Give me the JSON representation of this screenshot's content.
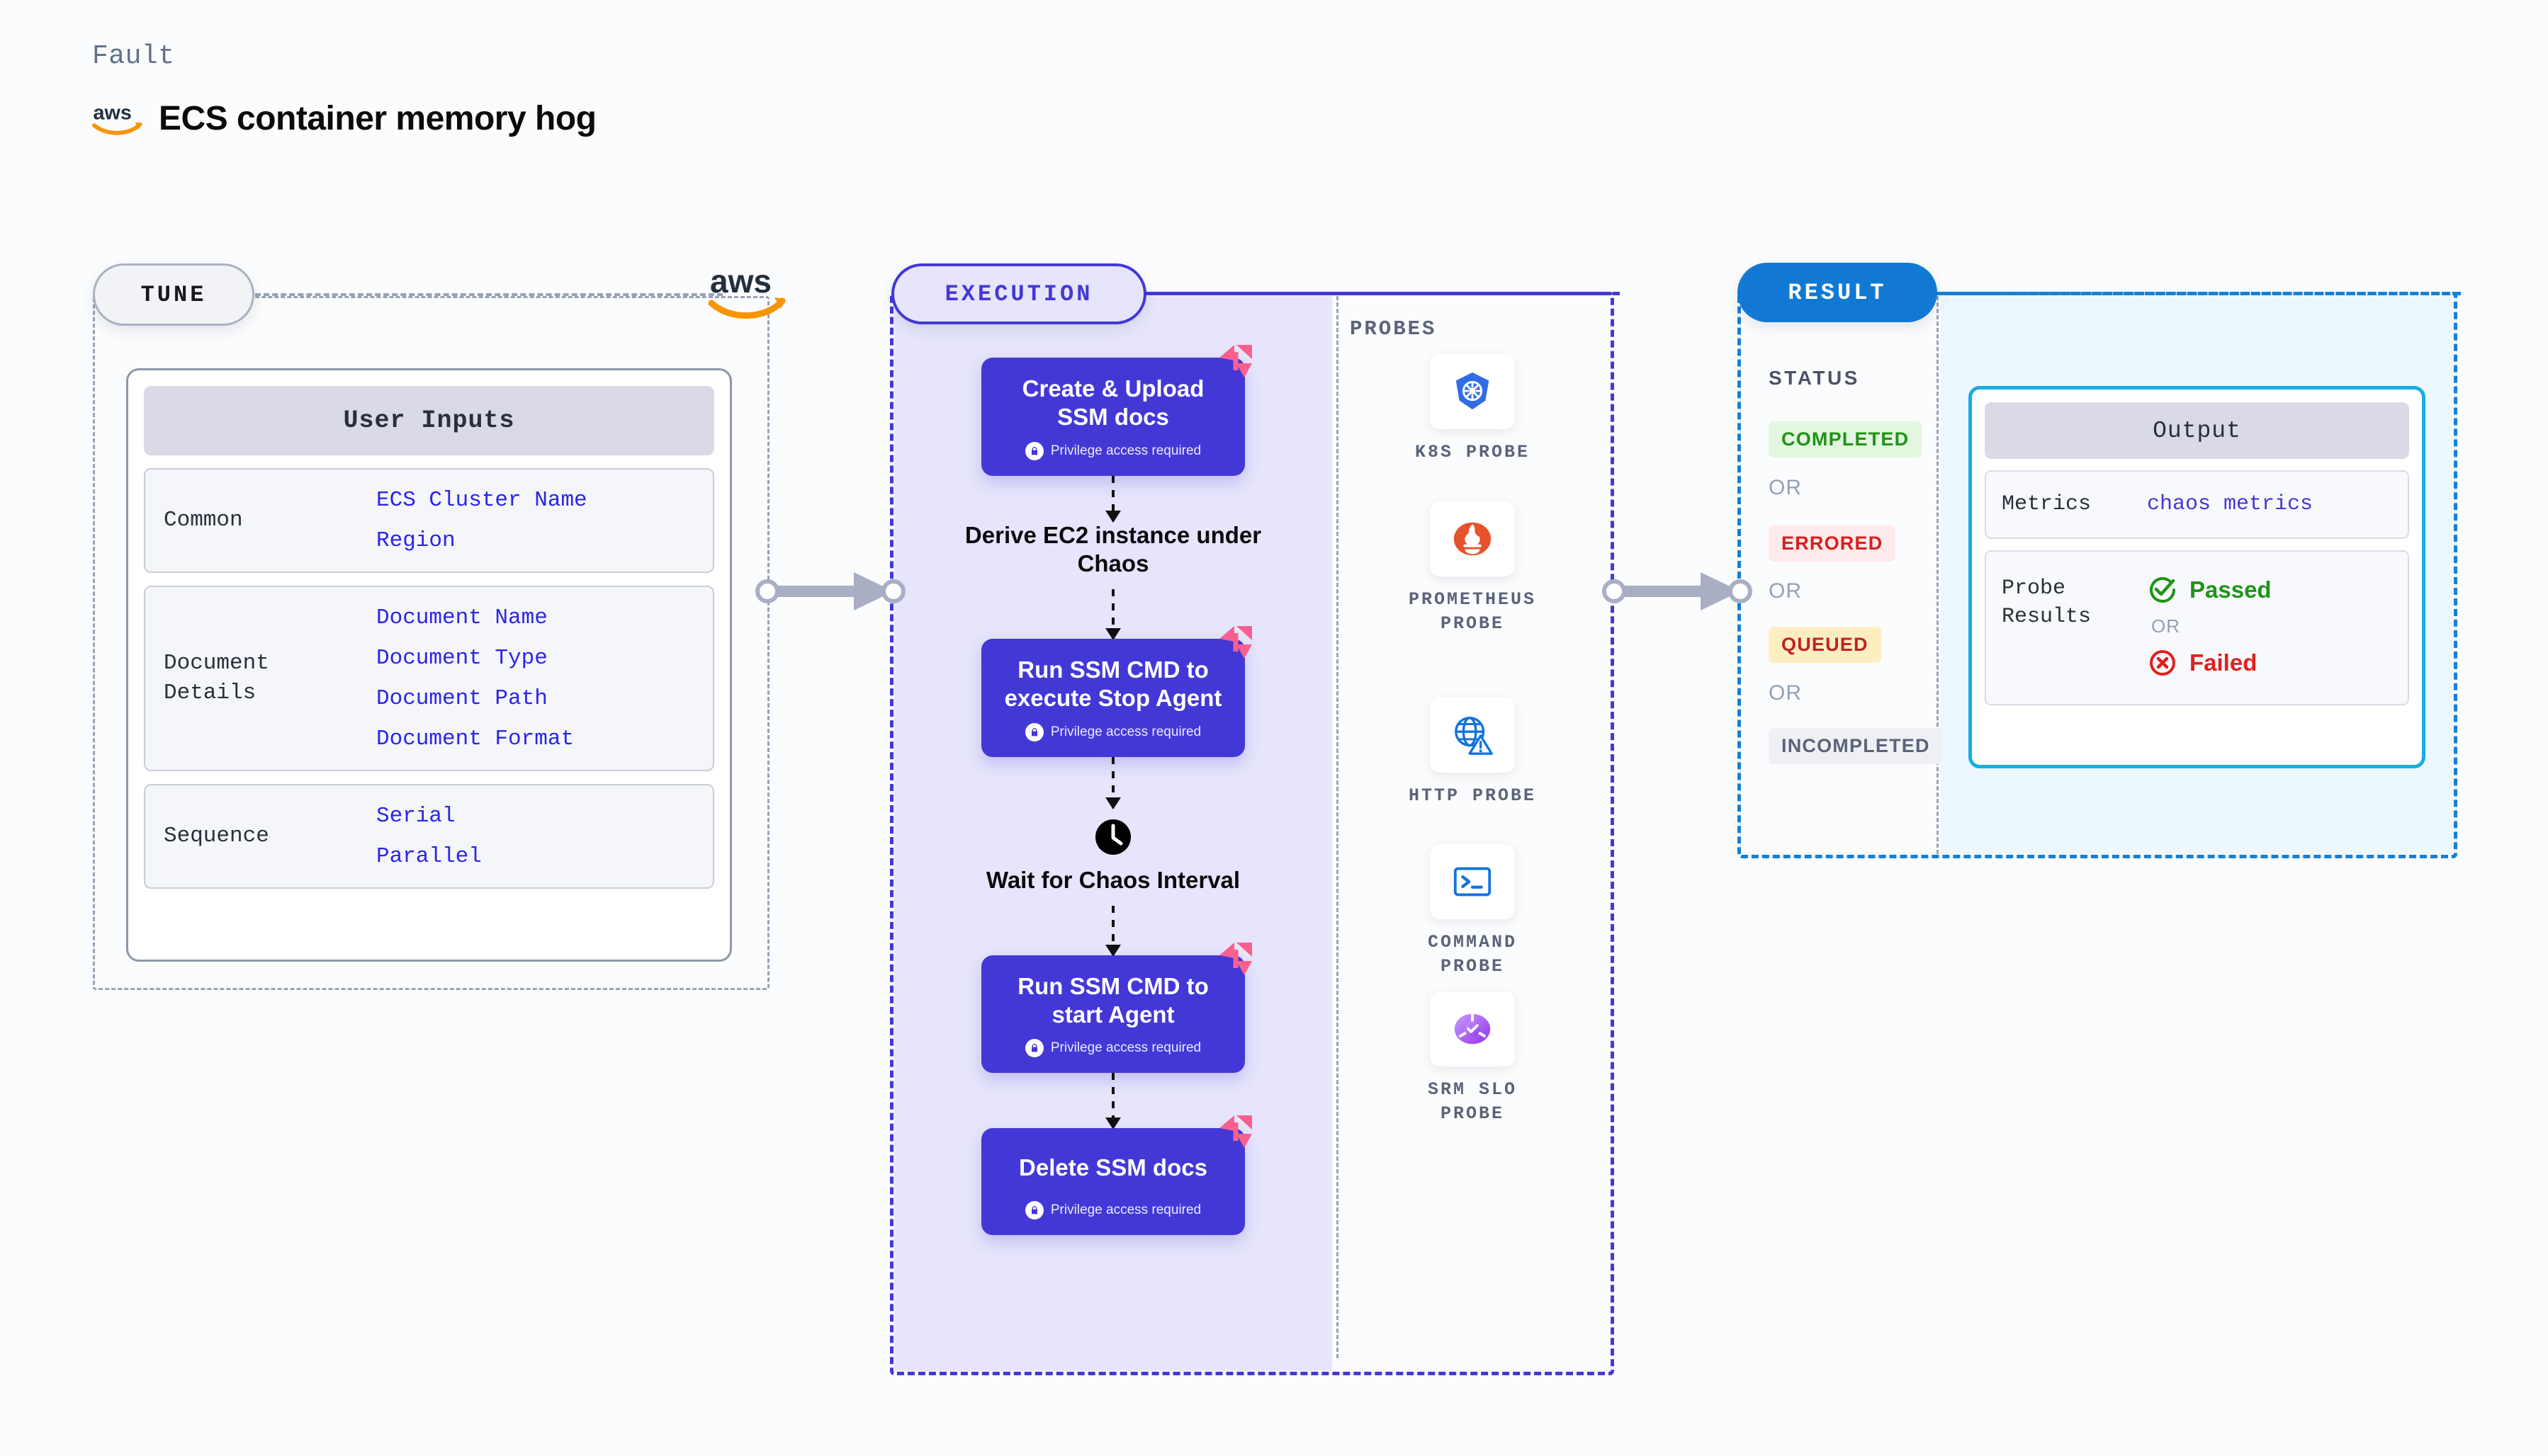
{
  "header": {
    "kicker": "Fault",
    "title": "ECS container memory hog",
    "logo_icon": "aws-logo-icon"
  },
  "tune": {
    "pill_label": "TUNE",
    "logo_icon": "aws-logo-icon",
    "card": {
      "title": "User Inputs",
      "groups": [
        {
          "label": "Common",
          "values": [
            "ECS Cluster Name",
            "Region"
          ]
        },
        {
          "label": "Document\nDetails",
          "values": [
            "Document Name",
            "Document Type",
            "Document Path",
            "Document Format"
          ]
        },
        {
          "label": "Sequence",
          "values": [
            "Serial",
            "Parallel"
          ]
        }
      ]
    }
  },
  "execution": {
    "pill_label": "EXECUTION",
    "privilege_note": "Privilege access required",
    "nodes": [
      {
        "type": "action",
        "title": "Create & Upload\nSSM docs",
        "sub": "Privilege access required",
        "flag": true
      },
      {
        "type": "plain",
        "title": "Derive EC2 instance\nunder Chaos"
      },
      {
        "type": "action",
        "title": "Run SSM CMD to\nexecute Stop Agent",
        "sub": "Privilege access required",
        "flag": true
      },
      {
        "type": "wait",
        "title": "Wait for Chaos\nInterval",
        "icon": "clock-icon"
      },
      {
        "type": "action",
        "title": "Run SSM CMD to\nstart Agent",
        "sub": "Privilege access required",
        "flag": true
      },
      {
        "type": "action",
        "title": "Delete SSM docs",
        "sub": "Privilege access required",
        "flag": true
      }
    ]
  },
  "probes": {
    "title": "PROBES",
    "items": [
      {
        "label": "K8S PROBE",
        "icon": "kubernetes-icon"
      },
      {
        "label": "PROMETHEUS\nPROBE",
        "icon": "prometheus-icon"
      },
      {
        "label": "HTTP PROBE",
        "icon": "globe-warning-icon"
      },
      {
        "label": "COMMAND\nPROBE",
        "icon": "terminal-icon"
      },
      {
        "label": "SRM SLO\nPROBE",
        "icon": "srm-slo-icon"
      }
    ]
  },
  "result": {
    "pill_label": "RESULT",
    "status_title": "STATUS",
    "or_label": "OR",
    "statuses": [
      {
        "label": "COMPLETED",
        "bg": "#e3f6e0",
        "fg": "#1f9416"
      },
      {
        "label": "ERRORED",
        "bg": "#fdeaea",
        "fg": "#d61f1f"
      },
      {
        "label": "QUEUED",
        "bg": "#fdeec2",
        "fg": "#c22121"
      },
      {
        "label": "INCOMPLETED",
        "bg": "#eef0f4",
        "fg": "#5b637a"
      }
    ],
    "output": {
      "title": "Output",
      "metrics_label": "Metrics",
      "metrics_value": "chaos metrics",
      "probe_results_label": "Probe\nResults",
      "passed_label": "Passed",
      "failed_label": "Failed",
      "or_label": "OR",
      "passed_icon": "check-circle-icon",
      "failed_icon": "x-circle-icon"
    }
  },
  "colors": {
    "accent_purple": "#4338d6",
    "accent_blue": "#1179d4",
    "aws_orange": "#f79400",
    "flag_pink": "#fb5f8e",
    "pass_green": "#1f9416",
    "fail_red": "#e02020"
  }
}
